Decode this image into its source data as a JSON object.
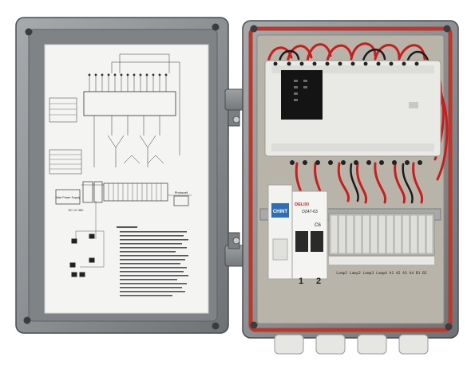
{
  "diagram_labels": {
    "main_power": "Main Power Supply",
    "photocell": "Photocell",
    "dc_out": "DC 12~48V"
  },
  "breaker_labels": {
    "brand": "DELIXI",
    "model": "DZ47-63",
    "rating": "C6",
    "num1": "1",
    "num2": "2"
  },
  "spd_label": {
    "brand": "CHINT"
  },
  "terminal_label": "Lamp1 Lamp2 Lamp3 Lamp4 A1 A2 A3 A4 B1 B2",
  "colors": {
    "enclosure": "#8f9396",
    "enclosure_dark": "#5c6064",
    "gasket": "#b83a2c",
    "backplate": "#b9b4aa",
    "module": "#e9e9e6",
    "wire_red": "#c81e1e",
    "wire_black": "#1b1b1b"
  }
}
